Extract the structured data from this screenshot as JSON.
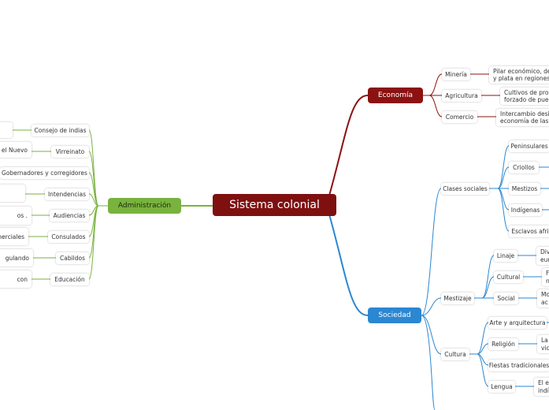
{
  "root": {
    "label": "Sistema colonial"
  },
  "colors": {
    "root": "#7e1010",
    "economia": "#8c1111",
    "administracion": "#79b23f",
    "sociedad": "#2b87d1"
  },
  "economia": {
    "label": "Economía",
    "items": [
      {
        "label": "Minería",
        "detail": "Pilar económico, des\ny plata en regiones d"
      },
      {
        "label": "Agricultura",
        "detail": "Cultivos de prod\nforzado de puebl"
      },
      {
        "label": "Comercio",
        "detail": "Intercambio desig\neconomía de las n"
      }
    ]
  },
  "administracion": {
    "label": "Administración",
    "items": [
      {
        "label": "Consejo de indias",
        "detail": ""
      },
      {
        "label": "Virreinato",
        "detail": "el Nuevo"
      },
      {
        "label": "Gobernadores y corregidores",
        "detail": ""
      },
      {
        "label": "Intendencias",
        "detail": ""
      },
      {
        "label": "Audiencias",
        "detail": "os\n."
      },
      {
        "label": "Consulados",
        "detail": "merciales"
      },
      {
        "label": "Cabildos",
        "detail": "gulando"
      },
      {
        "label": "Educación",
        "detail": "con"
      }
    ]
  },
  "sociedad": {
    "label": "Sociedad",
    "clases": {
      "label": "Clases sociales",
      "items": [
        "Peninsulares",
        "Criollos",
        "Mestizos",
        "Indígenas",
        "Esclavos afric"
      ]
    },
    "mestizaje": {
      "label": "Mestizaje",
      "items": [
        {
          "label": "Linaje",
          "detail": "Div\neur"
        },
        {
          "label": "Cultural",
          "detail": "F\nn"
        },
        {
          "label": "Social",
          "detail": "Mo\nac"
        }
      ]
    },
    "cultura": {
      "label": "Cultura",
      "items": [
        {
          "label": "Arte y arquitectura",
          "detail": ""
        },
        {
          "label": "Religión",
          "detail": "La\nvic"
        },
        {
          "label": "Fiestas tradicionales",
          "detail": ""
        },
        {
          "label": "Lengua",
          "detail": "El e\nindí"
        }
      ]
    }
  }
}
